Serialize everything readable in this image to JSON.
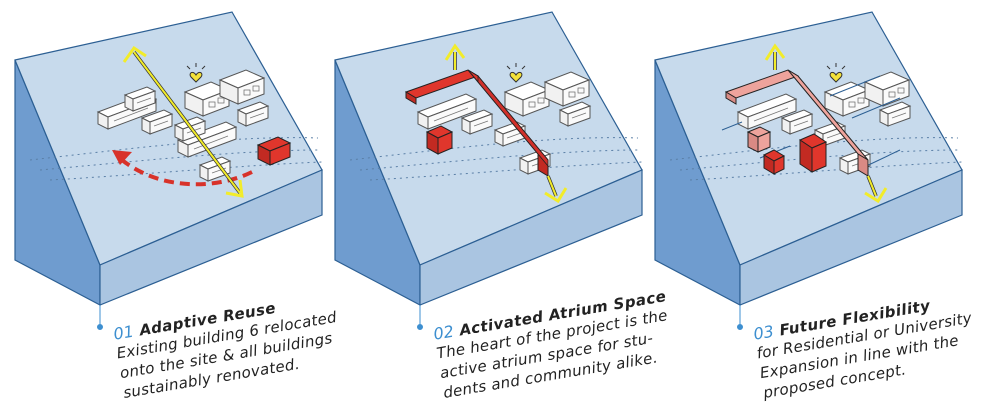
{
  "panels": [
    {
      "number": "01",
      "title": "Adaptive Reuse",
      "lines": [
        "Existing building 6 relocated",
        "onto the site & all buildings",
        "sustainably renovated."
      ]
    },
    {
      "number": "02",
      "title": "Activated Atrium Space",
      "lines": [
        "The heart of the project is the",
        "active atrium space for stu-",
        "dents and community alike."
      ]
    },
    {
      "number": "03",
      "title": "Future Flexibility",
      "lines": [
        "for Residential or University",
        "Expansion in line with the",
        "proposed concept."
      ]
    }
  ],
  "colors": {
    "site_top": "#c7daec",
    "site_front": "#aac5e1",
    "site_side": "#6f9ccf",
    "outline": "#2c5f93",
    "accent_red": "#e0362c",
    "accent_pink": "#eea39c",
    "arrow_yellow": "#f2ec2a",
    "number_blue": "#3d8fd0"
  },
  "icons": [
    "heart-icon",
    "axis-arrow-icon",
    "relocation-arrow-icon"
  ]
}
